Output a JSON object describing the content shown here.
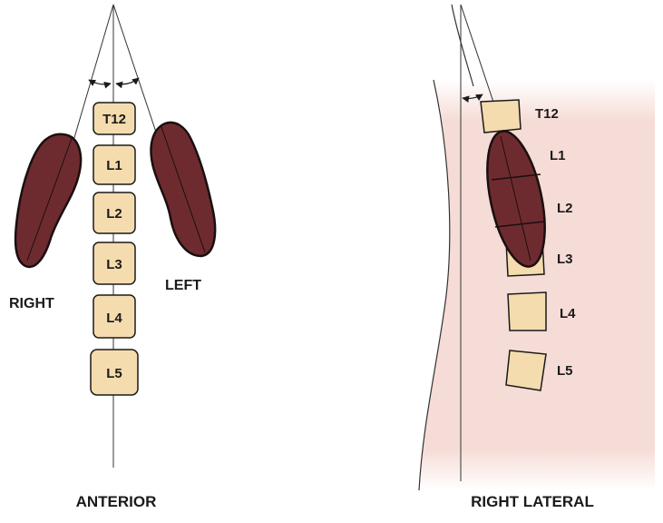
{
  "colors": {
    "kidney": "#6e2b2f",
    "kidney_outline": "#1a0f0f",
    "vertebra": "#f5dcae",
    "body_fill": "#f6dcd6",
    "line": "#333333"
  },
  "anterior": {
    "vertebrae": [
      "T12",
      "L1",
      "L2",
      "L3",
      "L4",
      "L5"
    ],
    "right_label": "RIGHT",
    "left_label": "LEFT",
    "caption": "ANTERIOR"
  },
  "lateral": {
    "vertebrae": [
      "T12",
      "L1",
      "L2",
      "L3",
      "L4",
      "L5"
    ],
    "caption": "RIGHT LATERAL"
  }
}
